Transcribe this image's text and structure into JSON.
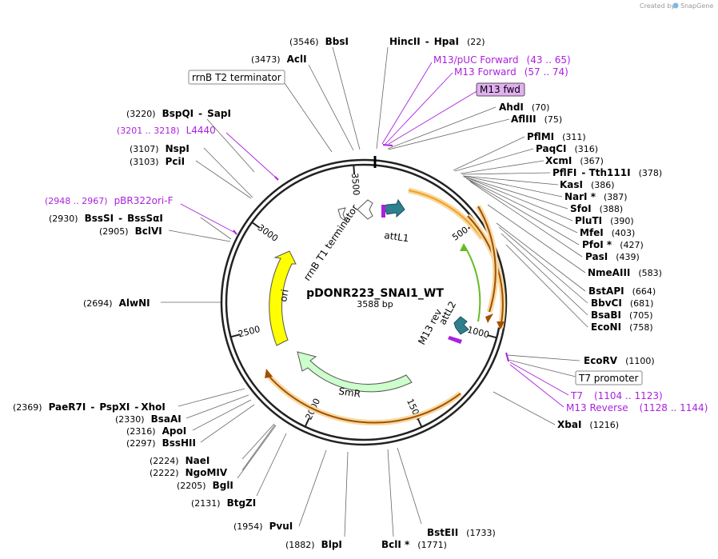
{
  "watermark": {
    "prefix": "Created by",
    "brand": "SnapGene"
  },
  "map": {
    "name": "pDONR223_SNAI1_WT",
    "length_label": "3588 bp",
    "length": 3588,
    "ticks": [
      "500",
      "1000",
      "1500",
      "2000",
      "2500",
      "3000",
      "3500"
    ]
  },
  "sites": [
    {
      "name": "BbsI",
      "pos": "(3546)"
    },
    {
      "name": "AclI",
      "pos": "(3473)"
    },
    {
      "name": "HincII",
      "sep": "-",
      "name2": "HpaI",
      "pos": "(22)"
    },
    {
      "name": "AhdI",
      "pos": "(70)"
    },
    {
      "name": "AflIII",
      "pos": "(75)"
    },
    {
      "name": "PflMI",
      "pos": "(311)"
    },
    {
      "name": "PaqCI",
      "pos": "(316)"
    },
    {
      "name": "XcmI",
      "pos": "(367)"
    },
    {
      "name": "PflFI",
      "sep": "-",
      "name2": "Tth111I",
      "pos": "(378)"
    },
    {
      "name": "KasI",
      "pos": "(386)"
    },
    {
      "name": "NarI *",
      "pos": "(387)"
    },
    {
      "name": "SfoI",
      "pos": "(388)"
    },
    {
      "name": "PluTI",
      "pos": "(390)"
    },
    {
      "name": "MfeI",
      "pos": "(403)"
    },
    {
      "name": "PfoI *",
      "pos": "(427)"
    },
    {
      "name": "PasI",
      "pos": "(439)"
    },
    {
      "name": "NmeAIII",
      "pos": "(583)"
    },
    {
      "name": "BstAPI",
      "pos": "(664)"
    },
    {
      "name": "BbvCI",
      "pos": "(681)"
    },
    {
      "name": "BsaBI",
      "pos": "(705)"
    },
    {
      "name": "EcoNI",
      "pos": "(758)"
    },
    {
      "name": "EcoRV",
      "pos": "(1100)"
    },
    {
      "name": "XbaI",
      "pos": "(1216)"
    },
    {
      "name": "BstEII",
      "pos": "(1733)"
    },
    {
      "name": "BclI *",
      "pos": "(1771)"
    },
    {
      "name": "BlpI",
      "pos": "(1882)"
    },
    {
      "name": "PvuI",
      "pos": "(1954)"
    },
    {
      "name": "BtgZI",
      "pos": "(2131)"
    },
    {
      "name": "BglI",
      "pos": "(2205)"
    },
    {
      "name": "NgoMIV",
      "pos": "(2222)"
    },
    {
      "name": "NaeI",
      "pos": "(2224)"
    },
    {
      "name": "BssHII",
      "pos": "(2297)"
    },
    {
      "name": "ApoI",
      "pos": "(2316)"
    },
    {
      "name": "BsaAI",
      "pos": "(2330)"
    },
    {
      "name": "PaeR7I",
      "sep": "-",
      "name2": "PspXI",
      "sep2": "-",
      "name3": "XhoI",
      "pos": "(2369)"
    },
    {
      "name": "AlwNI",
      "pos": "(2694)"
    },
    {
      "name": "BclVI",
      "pos": "(2905)"
    },
    {
      "name": "BssSI",
      "sep": "-",
      "name2": "BssSαI",
      "pos": "(2930)"
    },
    {
      "name": "PciI",
      "pos": "(3103)"
    },
    {
      "name": "NspI",
      "pos": "(3107)"
    },
    {
      "name": "BspQI",
      "sep": "-",
      "name2": "SapI",
      "pos": "(3220)"
    }
  ],
  "primers": [
    {
      "name": "M13/pUC Forward",
      "range": "(43 .. 65)"
    },
    {
      "name": "M13 Forward",
      "range": "(57 .. 74)"
    },
    {
      "name": "M13 fwd",
      "range": ""
    },
    {
      "name": "L4440",
      "range": "(3201 .. 3218)"
    },
    {
      "name": "pBR322ori-F",
      "range": "(2948 .. 2967)"
    },
    {
      "name": "T7",
      "range": "(1104 .. 1123)"
    },
    {
      "name": "M13 Reverse",
      "range": "(1128 .. 1144)"
    }
  ],
  "boxed_features": {
    "rrnb_t2": "rrnB T2 terminator",
    "t7_promoter": "T7 promoter"
  },
  "features": {
    "attl1": "attL1",
    "rrnb_t1": "rrnB T1 terminator",
    "ori": "ori",
    "smr": "SmR",
    "attl2": "attL2",
    "m13rev": "M13 rev"
  },
  "colors": {
    "backbone": "#222222",
    "ori": "#ffff00",
    "smr": "#ccffcc",
    "att": "#2f7f8f",
    "orf": "#f0a020",
    "orf_halo": "#f8d8a0",
    "green_arc": "#66bb22",
    "primer": "#aa22dd",
    "primer_box": "#e0b0f0",
    "leader": "#666666"
  }
}
